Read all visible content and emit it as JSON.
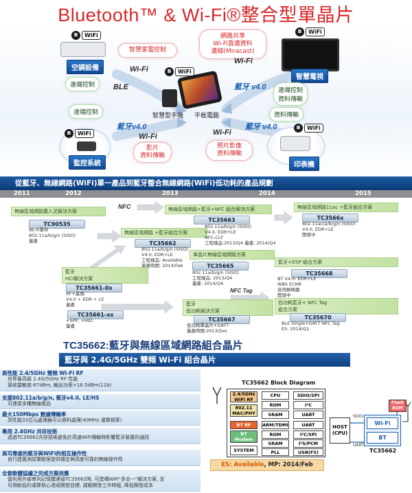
{
  "title": "Bluetooth™ & Wi-Fi®整合型單晶片",
  "hub": {
    "bubbles_red": [
      "智慧家電控制",
      "網路共享\nWi-Fi直連資料\n連線(Miracast)",
      "影片\n資料傳輸",
      "照片影像\n資料傳輸"
    ],
    "bubbles_green": [
      "遠端控制",
      "遠端控制",
      "遠端控制\n資料傳輸",
      "資料傳輸"
    ],
    "devices": [
      "空調設備",
      "智慧電視",
      "監控系統",
      "印表機"
    ],
    "center_labels": [
      "智慧型手機",
      "平板電腦"
    ],
    "links": [
      "Wi-Fi",
      "BLE",
      "Wi-Fi",
      "藍牙 v4.0",
      "藍牙v4.0",
      "Wi-Fi",
      "Wi-Fi",
      "藍牙 v4.0"
    ],
    "bt_symbol": "ʙ",
    "wifi_badge": "WiFi"
  },
  "roadmap": {
    "banner": "從藍牙、無線網路(WiFi)單一產品到藍牙整合無線網路(WiFi)低功耗的產品規劃",
    "years": [
      "2011",
      "2012",
      "2013",
      "2014",
      "2015"
    ],
    "nfc_label": "NFC",
    "nfc_tag_label": "NFC Tag",
    "items": [
      {
        "category": "無線區域網路載入式解決方案",
        "chip": "TC90535",
        "spec": "Wi-Fi單件\n802.11a/b/g/n (SISO)\n量產"
      },
      {
        "category": "無線區域網路 +藍牙組合方案",
        "chip": "TC35662",
        "spec": "802.11a/b/g/n (SISO)\nV4.0, EDR+LE\n工程樣品: Available\n量產時間: 2014/Feb"
      },
      {
        "category": "無線區域網路+藍牙+NFC 組合解決方案",
        "chip": "TC35663",
        "spec": "802.11a/b/g/n (SISO)\nV4.0, EDR+LE\nNFC-CLF\n工程樣品:2013/Q4  量產: 2014/Q4"
      },
      {
        "category": "無線區域網路11ac +藍牙組合方案",
        "chip": "TC3566x",
        "spec": "802.11ac/a/b/g/n (SISO)\nV4.0, EDR+LE\n開發中"
      },
      {
        "category": "單晶片無線區域網路方案",
        "chip": "TC35665",
        "spec": "802.11a/b/g/n (SISO)\n工程樣品: 2013/Q4\n量產: 2014/Q4"
      },
      {
        "category": "藍牙\nHCI解決方案",
        "chip": "TC35661-0x",
        "spec": "RF+基頻\nV4.0 + EDR + LE\n量產"
      },
      {
        "category": "藍牙+DSP 組合方案",
        "chip": "TC35668",
        "spec": "BT V4.0: EDR+LE\nWBS ECNR\n音訊解碼器\n開發中"
      },
      {
        "category": "",
        "chip": "TC35661-xx",
        "spec": "+SPP, +HID\n量產"
      },
      {
        "category": "藍牙\n低功耗解決方案",
        "chip": "TC35667",
        "spec": "低功耗單晶片+GATT\n量產時間:2013/Dec"
      },
      {
        "category": "低功耗藍牙+ NFC Tag\n組合方案",
        "chip": "TC35670",
        "spec": "BLE Single+GATT NFC Tag\nES: 2014/Q1"
      }
    ]
  },
  "product": {
    "title": "TC35662:藍牙與無線區域網路組合晶片",
    "subtitle": "藍牙與 2.4G/5GHz 雙頻 Wi-Fi 組合晶片",
    "features": [
      {
        "head": "高性能 2.4/5GHz 雙頻 Wi-Fi RF",
        "desc": "世界最高級 2.4G/5GHz RF 性能\n接收靈敏度-87dBm, 輸出功率+18.5dBm(11b)"
      },
      {
        "head": "支援802.11a/b/g/n, 藍牙v4.0, LE/HS",
        "desc": "可連接多種無線產品"
      },
      {
        "head": "最大150Mbps 數據傳輸率",
        "desc": "高性能32位元處理器可以資料處理(40MHz 運算頻率)"
      },
      {
        "head": "專用 2.4GHz 共存技術",
        "desc": "透過TC35662共存技術避免於高速WiFi傳輸時影響藍牙裝置的通訊"
      },
      {
        "head": "高可靠度的藍牙與WiFi的相互操作性",
        "desc": "自行建置測試實驗室提供穩定與高度可靠的無線操作性"
      },
      {
        "head": "全套軟體協議之完成方案供應",
        "desc": "當利用外部串列記憶體連接TC35662時, 可建構WiFi\"多合一\"解決方案, 並\n可用較低的運算核心達成開發目標, 減輕開發工作時程, 降低開發成本"
      }
    ],
    "block_diagram": {
      "title": "TC35662 Block Diagram",
      "cells": [
        "2.4/5GHz\nWiFi RF",
        "CPU",
        "SDIO/SPI",
        "ROM",
        "I²C",
        "802.11\nMAC/PHY",
        "SRAM",
        "UART",
        "BT RF",
        "ARM/TDMI",
        "UART",
        "BT\nModem",
        "ROM",
        "I²C/SPI",
        "SRAM",
        "I²S/PCM",
        "SYSTEM",
        "PLL",
        "USB(FS)"
      ],
      "host": "HOST\n(CPU)",
      "sdio": "SDIO",
      "uart": "UART",
      "flash": "Flash\nROM",
      "wifi": "Wi-Fi",
      "bt": "BT",
      "chip": "TC35662"
    },
    "es_prefix": "ES: Available",
    "es_suffix": ", MP: 2014/Feb"
  }
}
